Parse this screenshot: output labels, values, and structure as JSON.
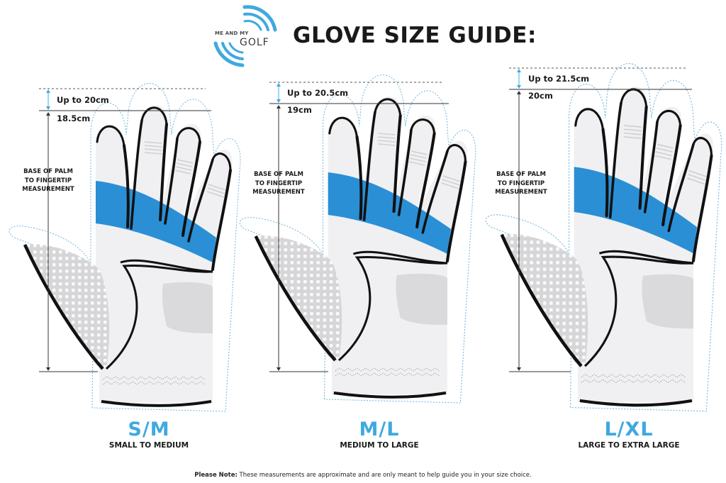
{
  "header": {
    "logo": {
      "line1": "ME AND MY",
      "line2": "GOLF",
      "icon": "signal-arcs-icon",
      "color": "#3fa9e0"
    },
    "title": "GLOVE SIZE GUIDE:"
  },
  "colors": {
    "accent_blue": "#3fa9e0",
    "band_blue": "#2b8fd6",
    "glove_white": "#f0f0f2",
    "grip_grey": "#d8d8da",
    "outline_black": "#111111",
    "dotted_outline": "#6fb4dc"
  },
  "common": {
    "base_label_lines": [
      "BASE OF PALM",
      "TO FINGERTIP",
      "MEASUREMENT"
    ]
  },
  "gloves": [
    {
      "size_code": "S/M",
      "size_name": "SMALL TO MEDIUM",
      "max_label": "Up to 20cm",
      "min_label": "18.5cm",
      "max_cm": 20,
      "min_cm": 18.5
    },
    {
      "size_code": "M/L",
      "size_name": "MEDIUM TO LARGE",
      "max_label": "Up to 20.5cm",
      "min_label": "19cm",
      "max_cm": 20.5,
      "min_cm": 19
    },
    {
      "size_code": "L/XL",
      "size_name": "LARGE TO EXTRA LARGE",
      "max_label": "Up to 21.5cm",
      "min_label": "20cm",
      "max_cm": 21.5,
      "min_cm": 20
    }
  ],
  "footnote": {
    "bold": "Please Note:",
    "text": " These measurements are approximate and are only meant to help guide you in your size choice."
  }
}
